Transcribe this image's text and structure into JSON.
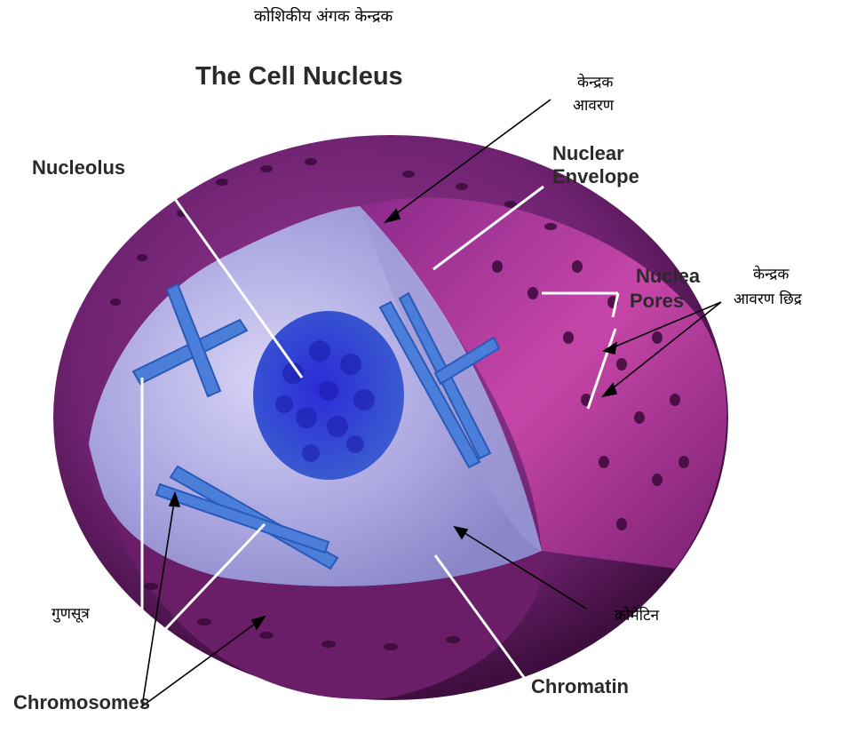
{
  "page_title": "कोशिकीय अंगक केन्द्रक",
  "diagram_title": "The Cell Nucleus",
  "labels_en": {
    "nucleolus": "Nucleolus",
    "nuclear_envelope_line1": "Nuclear",
    "nuclear_envelope_line2": "Envelope",
    "nuclear_pores_line1": "Nuclea",
    "nuclear_pores_line2": "Pores",
    "chromosomes": "Chromosomes",
    "chromatin": "Chromatin"
  },
  "labels_hi": {
    "envelope_line1": "केन्द्रक",
    "envelope_line2": "आवरण",
    "pores_line1": "केन्द्रक",
    "pores_line2": "आवरण छिद्र",
    "chromosomes": "गुणसूत्र",
    "chromatin": "क्रोमेटिन"
  },
  "colors": {
    "outer_shell": "#7a2a78",
    "shell_dark": "#4a1248",
    "inner_cut": "#b8b0e8",
    "cut_face_right": "#c23fa0",
    "nucleolus": "#2a3ccc",
    "chromosome": "#4a7ed8"
  }
}
